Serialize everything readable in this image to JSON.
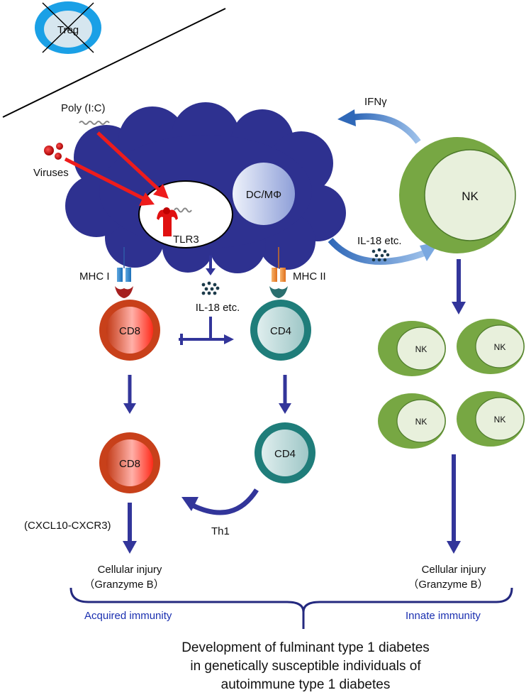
{
  "treg": {
    "label": "Treg"
  },
  "stimuli": {
    "poly_ic": "Poly (I:C)",
    "viruses": "Viruses"
  },
  "dc": {
    "tlr3": "TLR3",
    "dc_label": "DC/MΦ"
  },
  "mhc": {
    "class1": "MHC I",
    "class2": "MHC II"
  },
  "cytokines": {
    "il18_center": "IL-18 etc.",
    "il18_nk": "IL-18 etc.",
    "ifn": "IFNγ",
    "th1": "Th1",
    "chemokine": "(CXCL10-CXCR3)"
  },
  "cells": {
    "cd8_top": "CD8",
    "cd4_top": "CD4",
    "cd8_bottom": "CD8",
    "cd4_bottom": "CD4",
    "nk_main": "NK",
    "nk_small": [
      "NK",
      "NK",
      "NK",
      "NK"
    ]
  },
  "outcomes": {
    "left": {
      "line1": "Cellular injury",
      "line2": "（Granzyme B）"
    },
    "right": {
      "line1": "Cellular injury",
      "line2": "（Granzyme B）"
    }
  },
  "immunity": {
    "acquired": "Acquired immunity",
    "innate": "Innate immunity"
  },
  "footer": {
    "line1": "Development of fulminant type 1 diabetes",
    "line2": "in genetically susceptible individuals of",
    "line3": "autoimmune type 1 diabetes"
  }
}
